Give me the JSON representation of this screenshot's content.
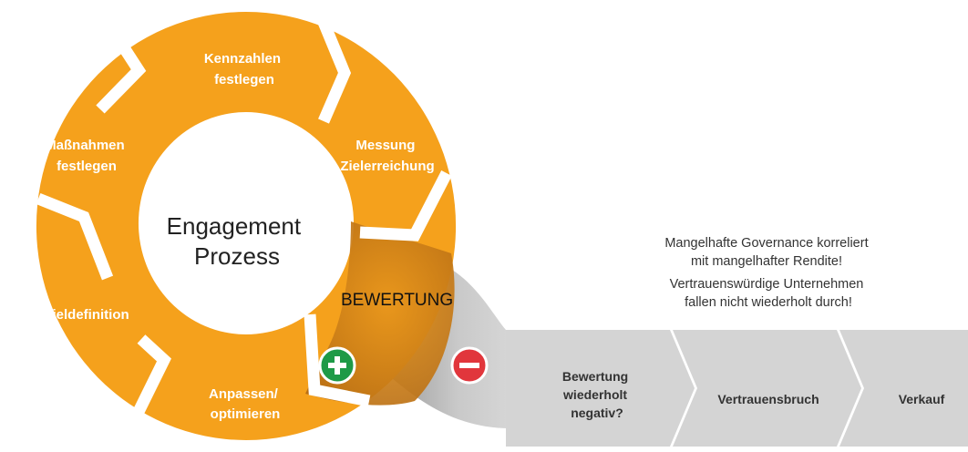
{
  "cycle": {
    "center_title": [
      "Engagement",
      "Prozess"
    ],
    "segments": [
      {
        "lines": [
          "Kennzahlen",
          "festlegen"
        ]
      },
      {
        "lines": [
          "Messung",
          "Zielerreichung"
        ]
      },
      {
        "lines": [
          "Anpassen/",
          "optimieren"
        ]
      },
      {
        "lines": [
          "Zieldefinition"
        ]
      },
      {
        "lines": [
          "Maßnahmen",
          "festlegen"
        ]
      }
    ],
    "evaluation_label": "BEWERTUNG",
    "positive_icon": "plus-circle-icon",
    "negative_icon": "minus-circle-icon"
  },
  "negative_path": [
    {
      "lines": [
        "Bewertung",
        "wiederholt",
        "negativ?"
      ]
    },
    {
      "lines": [
        "Vertrauensbruch"
      ]
    },
    {
      "lines": [
        "Verkauf"
      ]
    }
  ],
  "note": {
    "lines": [
      "Mangelhafte Governance korreliert",
      "mit mangelhafter Rendite!",
      "Vertrauenswürdige Unternehmen",
      "fallen nicht wiederholt durch!"
    ]
  },
  "colors": {
    "orange": "#F5A11C",
    "dark_orange": "#C47A1C",
    "gray": "#D4D4D4",
    "dark_gray": "#B5B5B5",
    "green": "#1E9A47",
    "red": "#E1363C"
  }
}
